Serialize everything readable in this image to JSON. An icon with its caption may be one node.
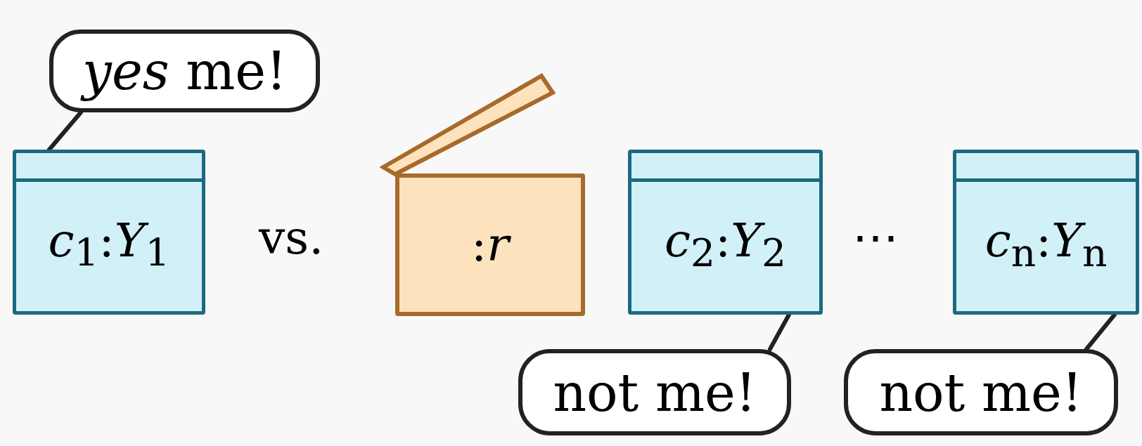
{
  "diagram": {
    "nodes": [
      {
        "text": [
          "*yes* me!"
        ]
      },
      {
        "text": [
          "*c*$_{1}$:*Y*$_{1}$"
        ]
      },
      {
        "text": [
          ":*r*"
        ]
      },
      {
        "text": [
          "*c*$_{2}$:*Y*$_{2}$"
        ]
      },
      {
        "text": [
          "not me!"
        ]
      },
      {
        "text": [
          "*c*$_{n}$:*Y*$_{n}$"
        ]
      },
      {
        "text": [
          "not me!"
        ]
      }
    ],
    "edges": [
      {
        "from": 0,
        "to": 1,
        "arrow": "none"
      },
      {
        "from": 4,
        "to": 3,
        "arrow": "none"
      },
      {
        "from": 6,
        "to": 5,
        "arrow": "none"
      }
    ],
    "labels": [
      "vs.",
      "⋯"
    ]
  }
}
